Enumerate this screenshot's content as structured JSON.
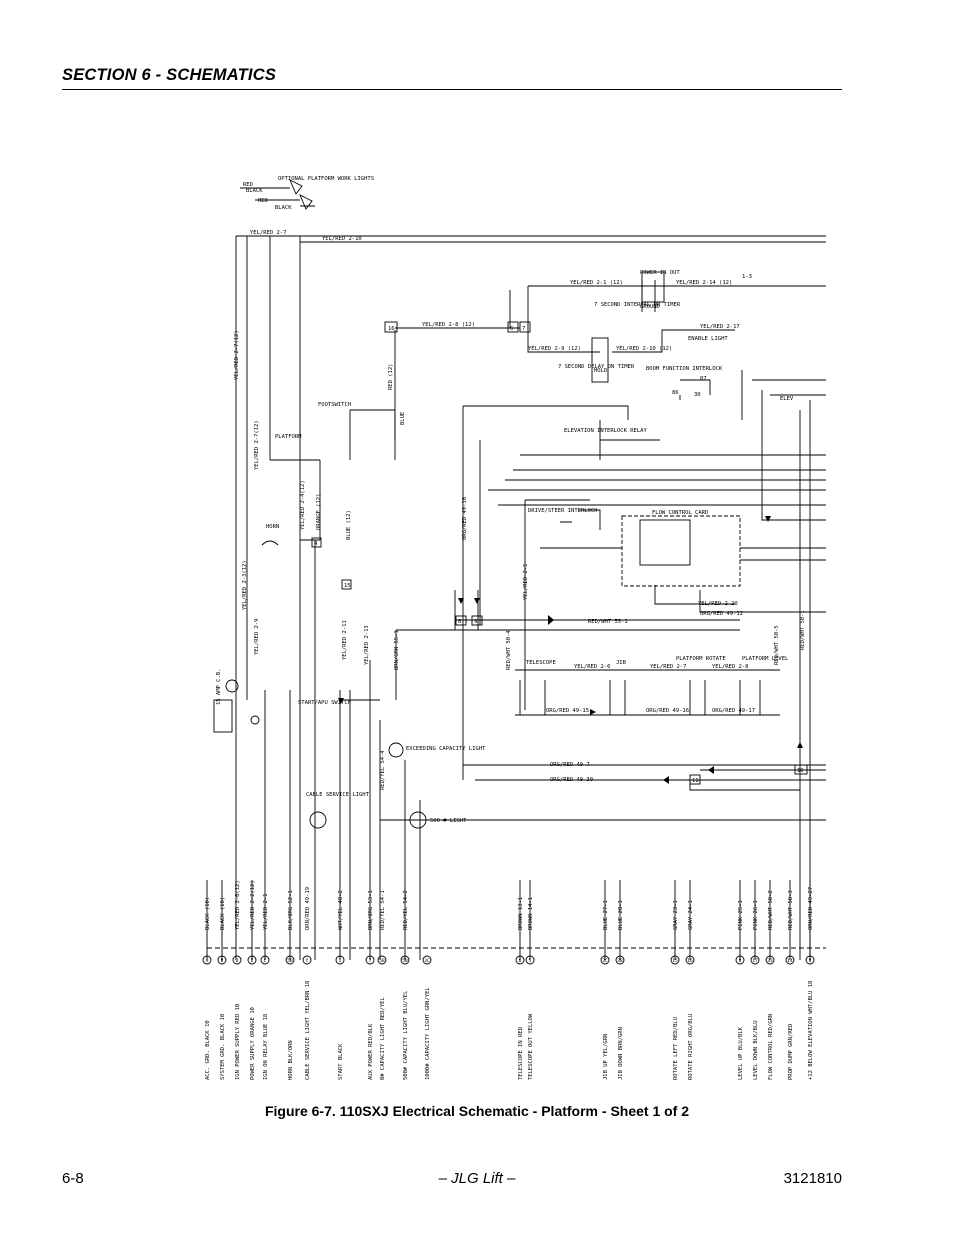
{
  "header": {
    "section": "SECTION 6 - SCHEMATICS"
  },
  "figure": {
    "caption": "Figure 6-7.  110SXJ Electrical Schematic - Platform - Sheet 1 of 2"
  },
  "footer": {
    "left": "6-8",
    "center": "– JLG Lift –",
    "right": "3121810"
  },
  "schematic": {
    "work_lights": "OPTIONAL PLATFORM WORK LIGHTS",
    "red1": "RED",
    "black1": "BLACK",
    "red2": "RED",
    "black2": "BLACK",
    "w_yel27_top": "YEL/RED 2-7",
    "w_yel210_top": "YEL/RED 2-10",
    "w_yel27_12": "YEL/RED 2-7(12)",
    "w_yel27_12b": "YEL/RED 2-7(12)",
    "power_box": "POWER IN OUT",
    "w_yel21": "YEL/RED 2-1 (12)",
    "w_yel214": "YEL/RED 2-14 (12)",
    "w_13": "1-3",
    "timer7": "7 SECOND INTERVAL ON TIMER",
    "ground": "GROUND",
    "conn16": "16",
    "w_yel28": "YEL/RED 2-8 (12)",
    "conn6": "6",
    "conn7": "7",
    "w_yel217": "YEL/RED 2-17",
    "enable_light": "ENABLE LIGHT",
    "w_red12": "RED (12)",
    "w_yel29": "YEL/RED 2-9 (12)",
    "w_yel210": "YEL/RED 2-10 (12)",
    "delay_timer": "7 SECOND DELAY ON TIMER",
    "hold": "HOLD",
    "boom_interlock": "BOOM FUNCTION INTERLOCK",
    "n86": "86",
    "n87": "87",
    "n30": "30",
    "elev": "ELEV",
    "footswitch": "FOOTSWITCH",
    "blue": "BLUE",
    "elev_interlock": "ELEVATION INTERLOCK RELAY",
    "platform": "PLATFORM",
    "horn": "HORN",
    "w_yel24": "YEL/RED 2-4(12)",
    "w_orange": "ORANGE (12)",
    "w_blue12": "BLUE (12)",
    "w_org4818": "ORG/RED 49-18",
    "drive_interlock": "DRIVE/STEER INTERLOCK",
    "flow_card": "FLOW CONTROL CARD",
    "w_yel25": "YEL/RED 2-5",
    "conn4": "4",
    "conn15": "15",
    "w_yel23": "YEL/RED 2-3(12)",
    "w_yel29b": "YEL/RED 2-9",
    "w_yel211": "YEL/RED 2-11",
    "w_yel213": "YEL/RED 2-13",
    "w_brn551": "BRN/GRN 55-1",
    "conn8": "8",
    "conn9": "9",
    "w_redwht551": "RED/WHT 55-1",
    "w_yel220": "YEL/RED 2-20",
    "w_org4912": "ORG/RED 49-12",
    "w_redwht504": "RED/WHT 50-4",
    "w_redwht505": "RED/WHT 50-5",
    "w_redwht501": "RED/WHT 50-1",
    "telescope": "TELESCOPE",
    "jib": "JIB",
    "platform_rotate": "PLATFORM ROTATE",
    "platform_level": "PLATFORM LEVEL",
    "w_yel26": "YEL/RED 2-6",
    "w_yel27b": "YEL/RED 2-7",
    "w_yel28b": "YEL/RED 2-8",
    "w_org4915": "ORG/RED 49-15",
    "w_org4916": "ORG/RED 49-16",
    "w_org4917": "ORG/RED 49-17",
    "start_switch": "START/APU SWITCH",
    "amp": "15 AMP C.B.",
    "exceeding": "EXCEEDING CAPACITY LIGHT",
    "w_redyel544": "RED/YEL 54-4",
    "w_org497": "ORG/RED 49-7",
    "w_org4930": "ORG/RED 49-30",
    "conn11": "11",
    "conn10": "10",
    "cable_light": "CABLE SERVICE LIGHT",
    "light500": "500 # LIGHT",
    "bottom_wires": [
      "BLACK (10)",
      "BLACK (10)",
      "YEL/RED 2-6(12)",
      "YEL/RED 2-2(12)",
      "YEL/RED 2-1",
      "BLK/ORG 52-1",
      "ORN/RED 49-19",
      "WHT/YEL 48-2",
      "BRN/ORG 53-1",
      "RED/YEL 54-1",
      "RED/YEL 54-2",
      "BROWN 13-1",
      "BROWN 14-1",
      "BLUE 27-1",
      "BLUE 28-1",
      "GRAY 23-1",
      "GRAY 24-1",
      "PINK 25-1",
      "PINK 26-1",
      "RED/WHT 50-2",
      "RED/WHT 50-3",
      "ORN/RED 49-27"
    ],
    "bottom_pins": [
      "A",
      "B",
      "D",
      "E",
      "C",
      "5B",
      "Y",
      "1",
      "7",
      "5B",
      "5B",
      "3C",
      "6",
      "5",
      "3C",
      "3B",
      "15",
      "16",
      "8",
      "17",
      "33",
      "14",
      "8"
    ],
    "bottom_labels": [
      "ACC. GRD. BLACK 10",
      "SYSTEM GRD. BLACK 10",
      "IGN POWER SUPPLY RED 10",
      "POWER SUPPLY ORANGE 10",
      "IGN ON RELAY BLUE 18",
      "HORN BLK/ORN",
      "CABLE SERVICE LIGHT YEL/BRN 18",
      "START BLACK",
      "AUX POWER RED/BLK",
      "0# CAPACITY LIGHT RED/YEL",
      "500# CAPACITY LIGHT BLU/YEL",
      "1000# CAPACITY LIGHT GRN/YEL",
      "TELESCOPE IN RED",
      "TELESCOPE OUT YELLOW",
      "JIB UP YEL/GRN",
      "JIB DOWN BRN/GRN",
      "ROTATE LEFT RED/BLU",
      "ROTATE RIGHT ORG/BLU",
      "LEVEL UP BLU/BLK",
      "LEVEL DOWN BLK/BLU",
      "FLOW CONTROL RED/GRN",
      "PROP DUMP GRN/RED",
      "+12 BELOW ELEVATION WHT/BLU 18"
    ]
  }
}
